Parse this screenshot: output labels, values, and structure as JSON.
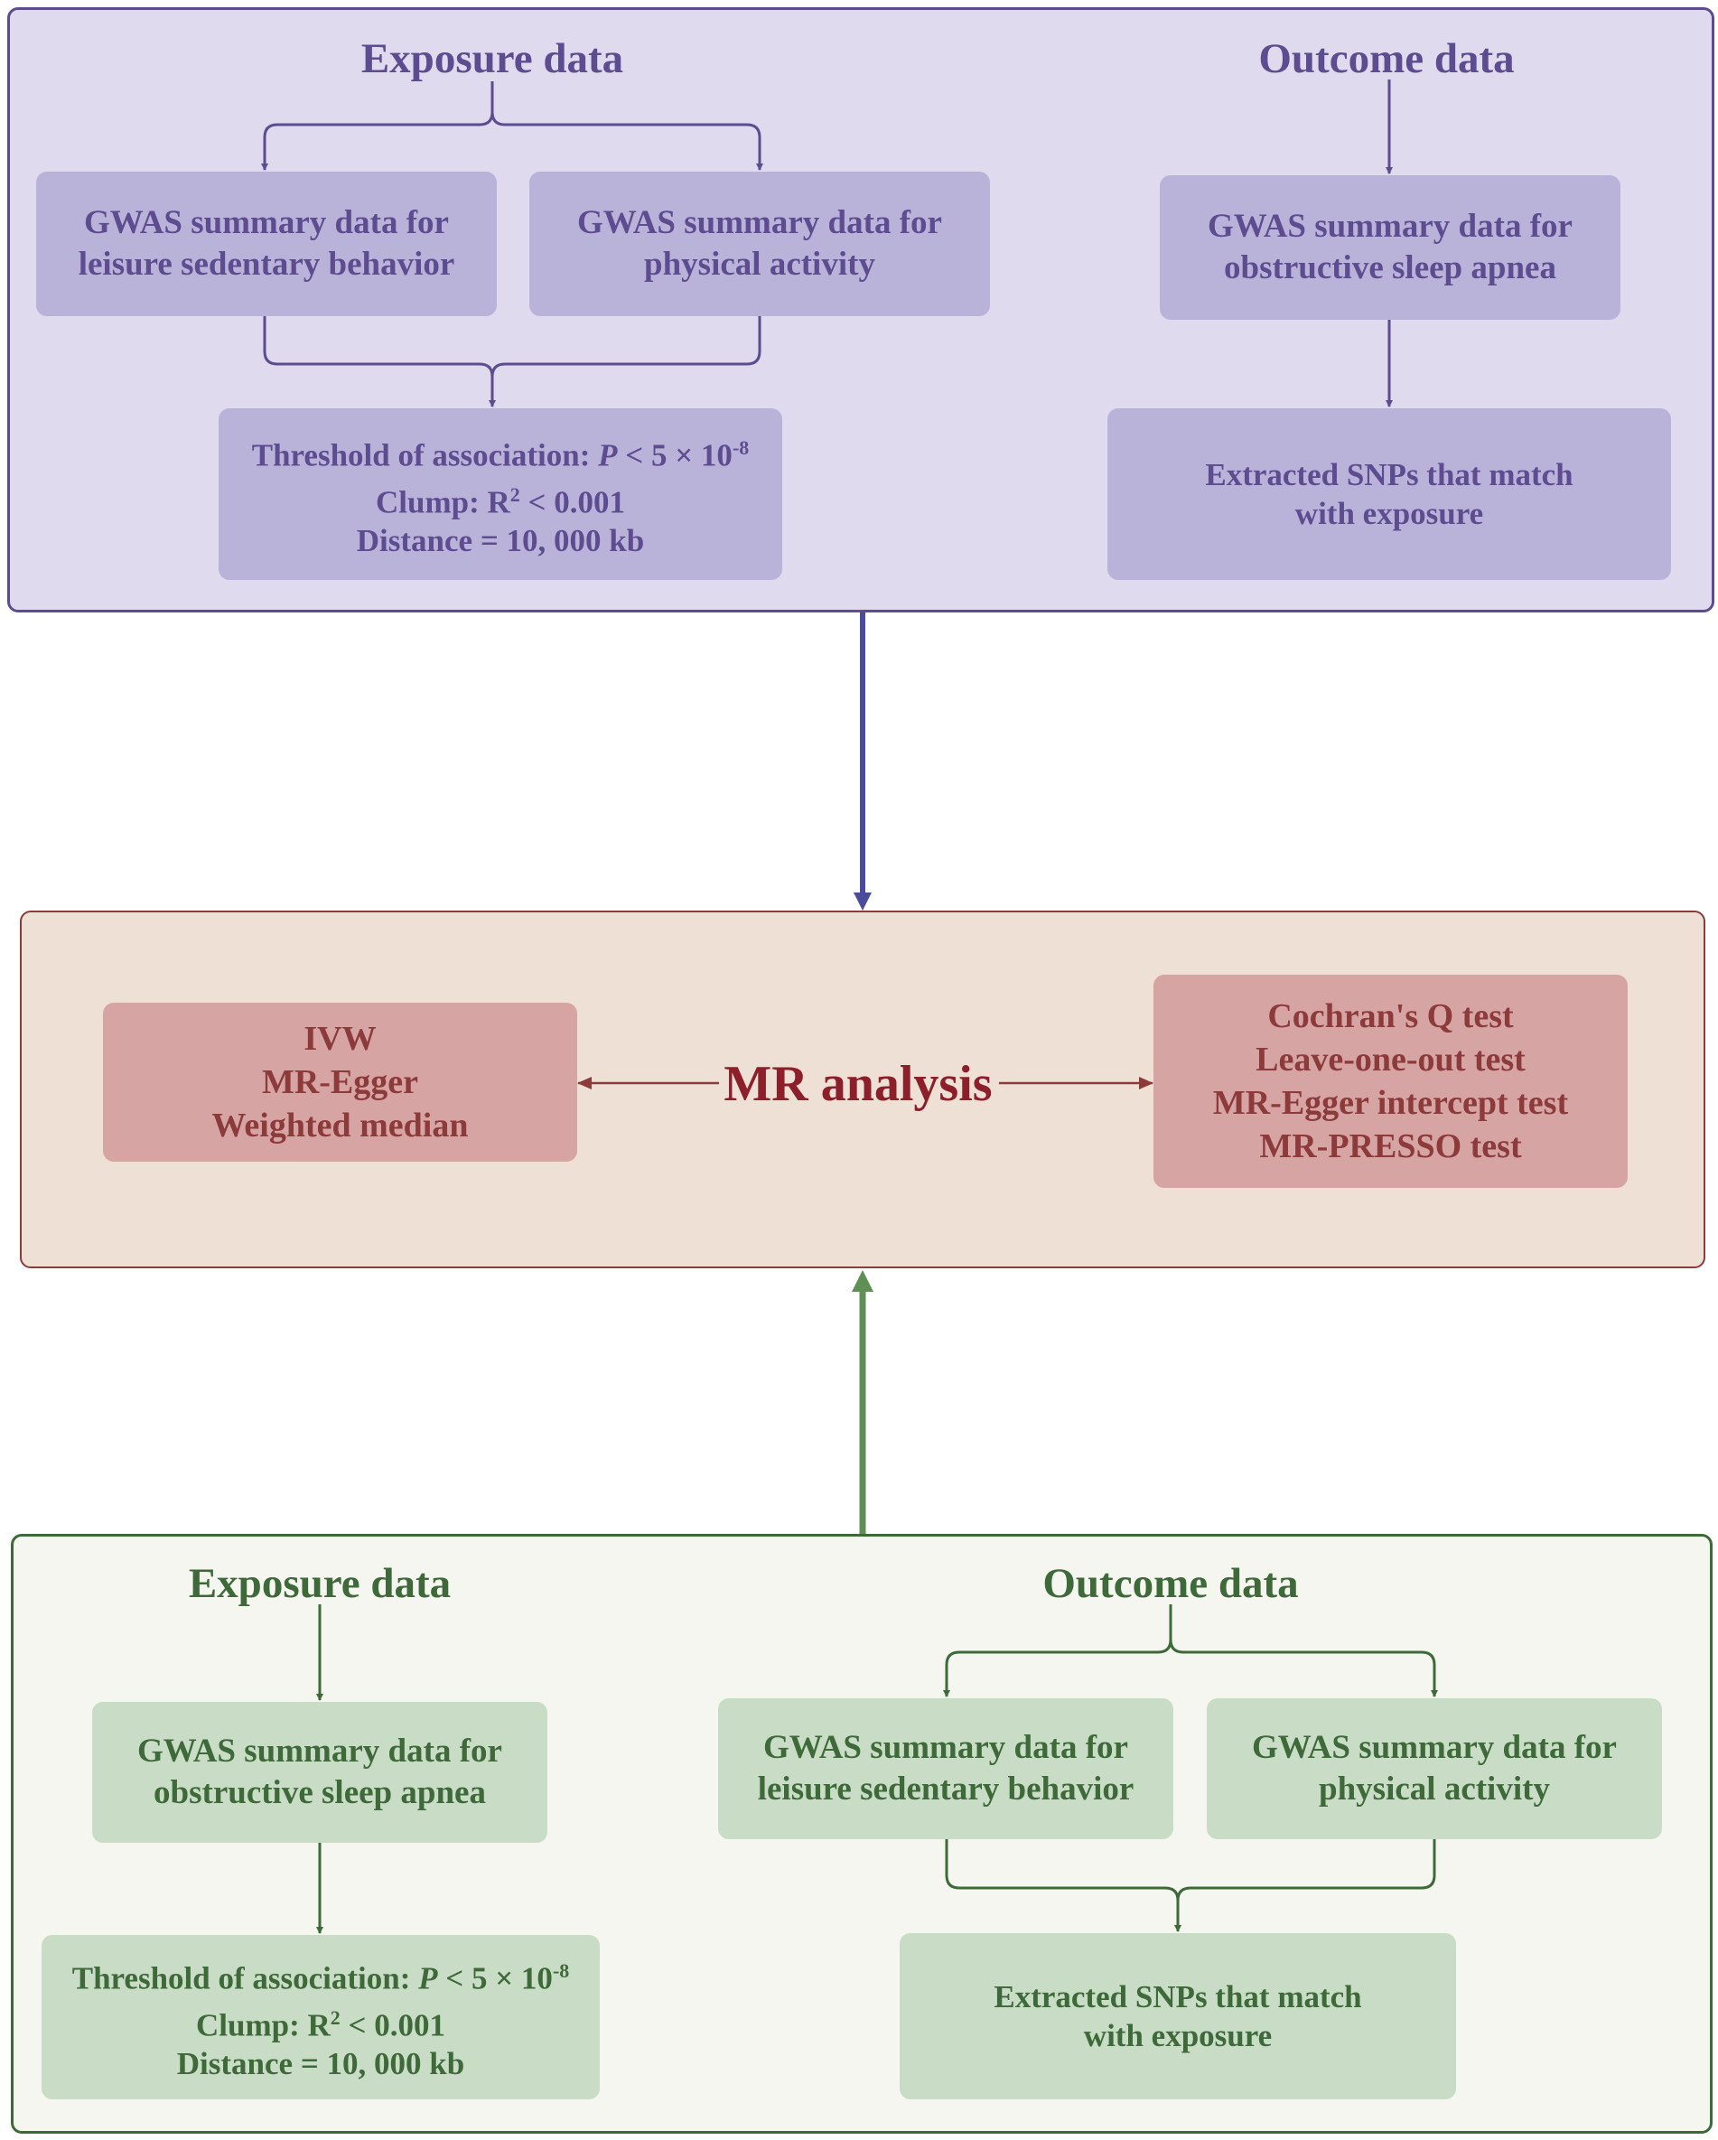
{
  "colors": {
    "purple": "#5e4c91",
    "purple_panel": "#dfdaee",
    "purple_box": "#b9b3d9",
    "red": "#8c3a3a",
    "red_panel": "#efe0d6",
    "red_box": "#d7a4a4",
    "green": "#3e6a39",
    "green_panel": "#f4f6ef",
    "green_box": "#c8dcc6",
    "blue_arrow": "#4b4d9a",
    "green_arrow": "#5f8f55"
  },
  "top": {
    "exposure_title": "Exposure data",
    "outcome_title": "Outcome data",
    "box_sedentary": [
      "GWAS summary data for",
      "leisure sedentary behavior"
    ],
    "box_physical": [
      "GWAS summary data for",
      "physical activity"
    ],
    "box_osa": [
      "GWAS summary data for",
      "obstructive sleep apnea"
    ],
    "threshold": {
      "prefix": "Threshold of association: ",
      "p": "P",
      "cond": " < 5 × 10",
      "exp": "-8",
      "clump_prefix": "Clump: R",
      "clump_sup": "2",
      "clump_rest": " < 0.001",
      "distance": "Distance = 10, 000 kb"
    },
    "extracted": [
      "Extracted SNPs that match",
      "with exposure"
    ]
  },
  "middle": {
    "title": "MR analysis",
    "methods": [
      "IVW",
      "MR-Egger",
      "Weighted median"
    ],
    "tests": [
      "Cochran's Q test",
      "Leave-one-out test",
      "MR-Egger intercept test",
      "MR-PRESSO test"
    ]
  },
  "bottom": {
    "exposure_title": "Exposure data",
    "outcome_title": "Outcome data",
    "box_osa": [
      "GWAS summary data for",
      "obstructive sleep apnea"
    ],
    "box_sedentary": [
      "GWAS summary data for",
      "leisure sedentary behavior"
    ],
    "box_physical": [
      "GWAS summary data for",
      "physical activity"
    ],
    "threshold": {
      "prefix": "Threshold of association: ",
      "p": "P",
      "cond": " < 5 × 10",
      "exp": "-8",
      "clump_prefix": "Clump: R",
      "clump_sup": "2",
      "clump_rest": " < 0.001",
      "distance": "Distance = 10, 000 kb"
    },
    "extracted": [
      "Extracted SNPs that match",
      "with exposure"
    ]
  }
}
